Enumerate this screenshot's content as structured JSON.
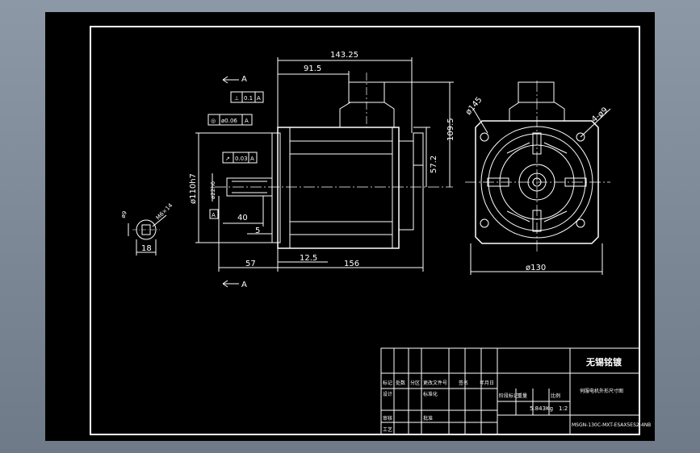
{
  "drawing": {
    "section_marks": [
      "A",
      "A"
    ],
    "dims": {
      "total_length": "143.25",
      "body_length": "91.5",
      "height_to_axis": "109.5",
      "connector_height": "57.2",
      "flange_dia": "ø145",
      "holes": "4-ø9",
      "shaft_dia": "ø110h7",
      "spigot": "ø22h6",
      "key_length": "40",
      "key_offset": "5",
      "shaft_ext": "57",
      "flange_thk": "12.5",
      "body_len2": "156",
      "square": "ø130",
      "key_width": "18",
      "key_depth": "ø9",
      "thread": "M6×14"
    },
    "gdt": [
      {
        "sym": "⊥",
        "val": "0.1",
        "ref": "A"
      },
      {
        "sym": "◎",
        "val": "ø0.06",
        "ref": "A"
      },
      {
        "sym": "↗",
        "val": "0.03",
        "ref": "A"
      }
    ],
    "datum": "A"
  },
  "title_block": {
    "company": "无锡铭镀",
    "title": "伺服电机外形尺寸图",
    "weight": "5.843Kg",
    "scale": "1:2",
    "model": "MSGN-130C-MXT-ESAX5ES2-4NB",
    "row_labels": [
      "标记",
      "处数",
      "分区",
      "更改文件号",
      "签名",
      "年月日",
      "设计",
      "审核",
      "工艺",
      "标准化",
      "批准"
    ],
    "stage": [
      "阶段标记",
      "重量",
      "比例"
    ]
  }
}
